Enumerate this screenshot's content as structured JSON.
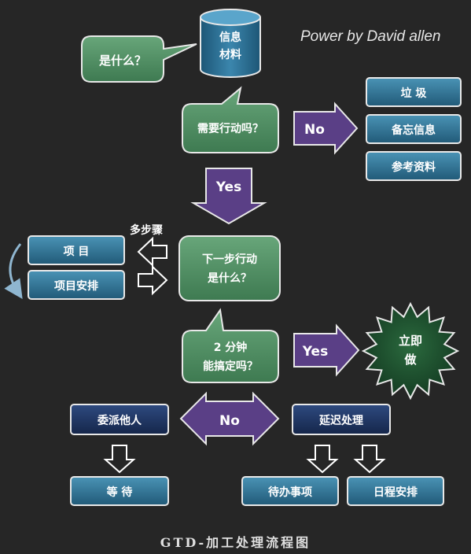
{
  "credit": "Power by David allen",
  "caption": "GTD-加工处理流程图",
  "nodes": {
    "info_1": "信息",
    "info_2": "材料",
    "what_is_it": "是什么？",
    "need_action": "需要行动吗？",
    "no_1": "No",
    "trash": "垃 圾",
    "memo": "备忘信息",
    "reference": "参考资料",
    "yes_1": "Yes",
    "multi_step": "多步骤",
    "project": "项 目",
    "project_plan": "项目安排",
    "next_action_1": "下一步行动",
    "next_action_2": "是什么？",
    "two_min_1": "2 分钟",
    "two_min_2": "能搞定吗？",
    "yes_2": "Yes",
    "do_now_1": "立即",
    "do_now_2": "做",
    "no_2": "No",
    "delegate": "委派他人",
    "defer": "延迟处理",
    "wait": "等 待",
    "todo": "待办事项",
    "calendar": "日程安排"
  },
  "colors": {
    "green": "#4a8a5e",
    "teal": "#2e6f8e",
    "navy": "#1d3461",
    "purple": "#5a3f86",
    "star": "#1f4a2c"
  }
}
